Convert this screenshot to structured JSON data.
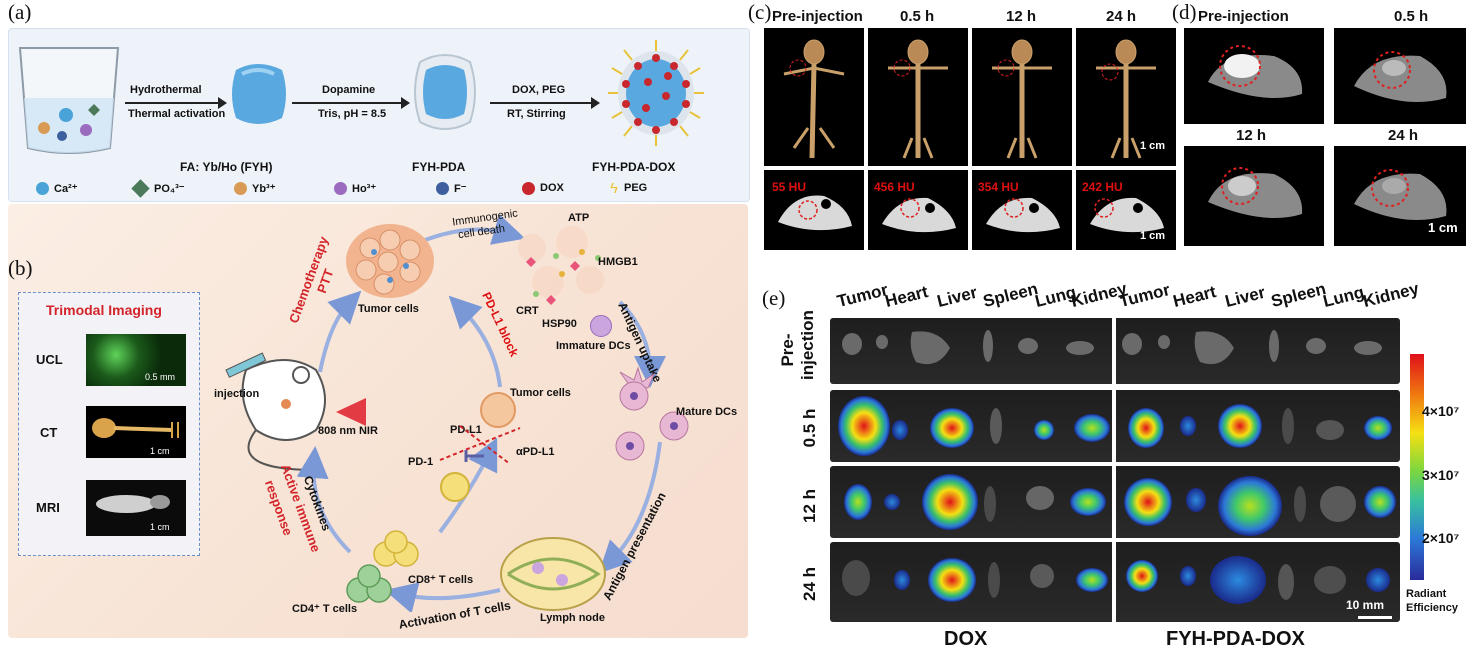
{
  "panel_a": {
    "label": "(a)",
    "step1_top": "Hydrothermal",
    "step1_bottom": "Thermal activation",
    "step2_top": "Dopamine",
    "step2_bottom": "Tris, pH = 8.5",
    "step3_top": "DOX, PEG",
    "step3_bottom": "RT, Stirring",
    "name1": "FA: Yb/Ho (FYH)",
    "name2": "FYH-PDA",
    "name3": "FYH-PDA-DOX",
    "legend": [
      {
        "label": "Ca²⁺",
        "color": "#4aa3d8"
      },
      {
        "label": "PO₄³⁻",
        "color": "#4a7a5a"
      },
      {
        "label": "Yb³⁺",
        "color": "#d99a55"
      },
      {
        "label": "Ho³⁺",
        "color": "#9b6bbf"
      },
      {
        "label": "F⁻",
        "color": "#3e5f9e"
      },
      {
        "label": "DOX",
        "color": "#c8272d"
      },
      {
        "label": "PEG",
        "color": "#e8c23a"
      }
    ]
  },
  "panel_b": {
    "label": "(b)",
    "trimodal_title": "Trimodal Imaging",
    "ucl": "UCL",
    "ucl_scale": "0.5 mm",
    "ct": "CT",
    "ct_scale": "1 cm",
    "mri": "MRI",
    "mri_scale": "1 cm",
    "injection": "injection",
    "nir": "808 nm NIR",
    "chemo": "Chemotherapy",
    "ptt": "PTT",
    "tumor_cells": "Tumor cells",
    "icd_line1": "Immunogenic",
    "icd_line2": "cell death",
    "atp": "ATP",
    "hmgb1": "HMGB1",
    "crt": "CRT",
    "hsp90": "HSP90",
    "immature_dcs": "Immature DCs",
    "antigen_uptake": "Antigen uptake",
    "pdl1_block": "PD-L1 block",
    "tumor_cells2": "Tumor cells",
    "mature_dcs": "Mature DCs",
    "pdl1": "PD-L1",
    "pd1": "PD-1",
    "apdl1": "αPD-L1",
    "antigen_presentation": "Antigen presentation",
    "cd8": "CD8⁺ T cells",
    "cd4": "CD4⁺ T cells",
    "lymph_node": "Lymph node",
    "activation": "Activation of T cells",
    "cytokines": "Cytokines",
    "active_immune_1": "Active immune",
    "active_immune_2": "response"
  },
  "panel_c": {
    "label": "(c)",
    "times": [
      "Pre-injection",
      "0.5 h",
      "12 h",
      "24 h"
    ],
    "hu": [
      "55 HU",
      "456 HU",
      "354 HU",
      "242 HU"
    ],
    "scale_top": "1 cm",
    "scale_bottom": "1 cm"
  },
  "panel_d": {
    "label": "(d)",
    "times": [
      "Pre-injection",
      "0.5 h",
      "12 h",
      "24 h"
    ],
    "scale": "1 cm"
  },
  "panel_e": {
    "label": "(e)",
    "organs": [
      "Tumor",
      "Heart",
      "Liver",
      "Spleen",
      "Lung",
      "Kidney"
    ],
    "rows": [
      "Pre-\ninjection",
      "0.5 h",
      "12 h",
      "24 h"
    ],
    "row_pre_1": "Pre-",
    "row_pre_2": "injection",
    "group_left": "DOX",
    "group_right": "FYH-PDA-DOX",
    "scale": "10 mm",
    "colorbar_ticks": [
      "4×10⁷",
      "3×10⁷",
      "2×10⁷"
    ],
    "colorbar_label_1": "Radiant",
    "colorbar_label_2": "Efficiency"
  }
}
